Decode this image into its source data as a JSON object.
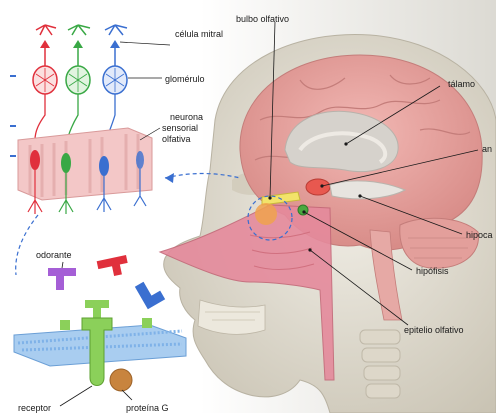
{
  "labels": {
    "mitral_cell": "célula mitral",
    "glomerulus": "glomérulo",
    "sensory_neuron_1": "neurona",
    "sensory_neuron_2": "sensorial",
    "sensory_neuron_3": "olfativa",
    "olfactory_bulb": "bulbo olfativo",
    "thalamus": "tálamo",
    "amygdala_partial": "an",
    "hippocampus_partial": "hipoca",
    "pituitary": "hipófisis",
    "olfactory_epithelium": "epitelio olfativo",
    "odorant": "odorante",
    "receptor": "receptor",
    "g_protein": "proteína G"
  },
  "colors": {
    "skull": "#e6e2d6",
    "brain": "#eaa9a6",
    "brain_dark": "#d98e8b",
    "nasal": "#e58a9c",
    "neuron_red": "#e0303c",
    "neuron_green": "#39a845",
    "neuron_blue": "#3a6fd0",
    "membrane": "#7fb2e8",
    "receptor_green": "#8bd05a",
    "g_protein": "#c8843e"
  }
}
